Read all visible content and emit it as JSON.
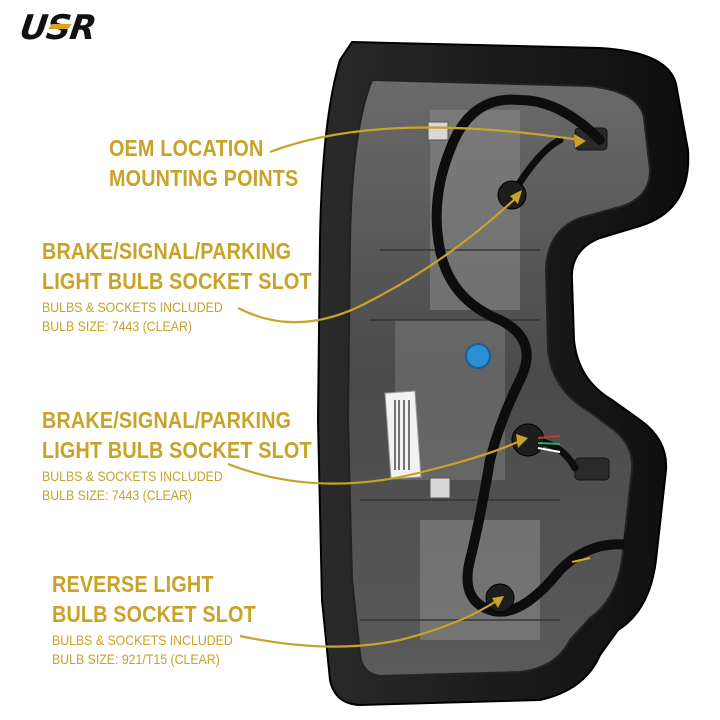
{
  "brand": {
    "logo_text": "USR"
  },
  "callouts": [
    {
      "title_lines": [
        "OEM LOCATION",
        "MOUNTING POINTS"
      ],
      "sub_lines": []
    },
    {
      "title_lines": [
        "BRAKE/SIGNAL/PARKING",
        "LIGHT BULB SOCKET SLOT"
      ],
      "sub_lines": [
        "BULBS & SOCKETS INCLUDED",
        "BULB SIZE: 7443 (CLEAR)"
      ]
    },
    {
      "title_lines": [
        "BRAKE/SIGNAL/PARKING",
        "LIGHT BULB SOCKET SLOT"
      ],
      "sub_lines": [
        "BULBS & SOCKETS INCLUDED",
        "BULB SIZE: 7443 (CLEAR)"
      ]
    },
    {
      "title_lines": [
        "REVERSE LIGHT",
        "BULB SOCKET SLOT"
      ],
      "sub_lines": [
        "BULBS & SOCKETS INCLUDED",
        "BULB SIZE: 921/T15 (CLEAR)"
      ]
    }
  ],
  "colors": {
    "accent": "#c9a227",
    "housing": "#1a1a1a",
    "background": "#ffffff"
  }
}
